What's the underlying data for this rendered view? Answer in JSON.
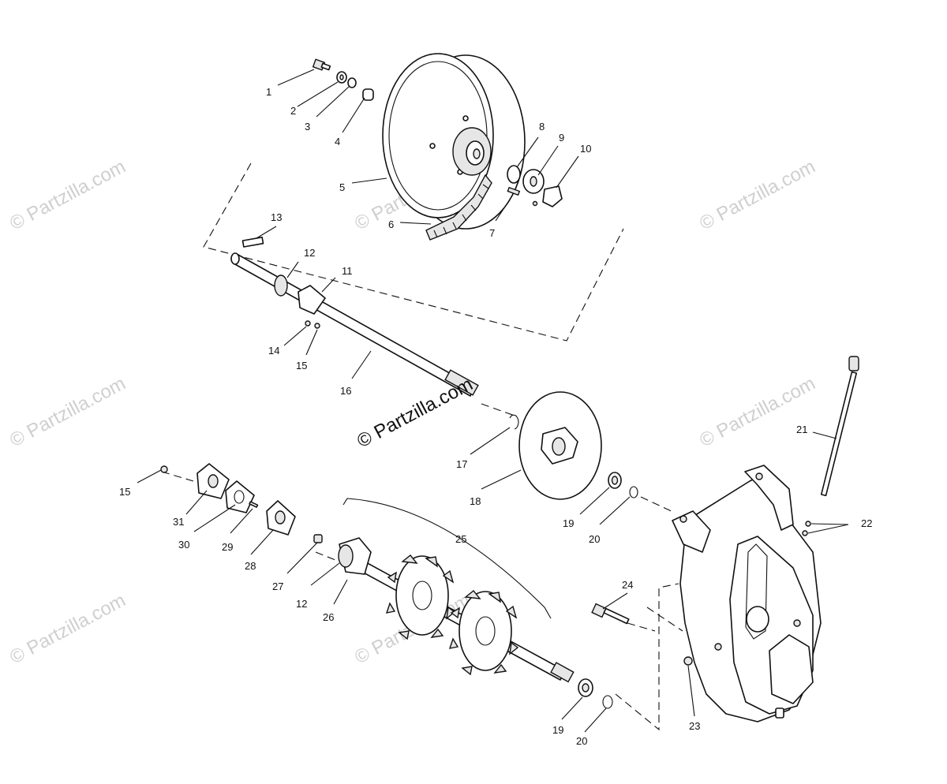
{
  "watermark": {
    "text": "© Partzilla.com"
  },
  "callouts": [
    {
      "id": "c1",
      "label": "1"
    },
    {
      "id": "c2",
      "label": "2"
    },
    {
      "id": "c3",
      "label": "3"
    },
    {
      "id": "c4",
      "label": "4"
    },
    {
      "id": "c5",
      "label": "5"
    },
    {
      "id": "c6",
      "label": "6"
    },
    {
      "id": "c7",
      "label": "7"
    },
    {
      "id": "c8",
      "label": "8"
    },
    {
      "id": "c9",
      "label": "9"
    },
    {
      "id": "c10",
      "label": "10"
    },
    {
      "id": "c11",
      "label": "11"
    },
    {
      "id": "c12a",
      "label": "12"
    },
    {
      "id": "c12b",
      "label": "12"
    },
    {
      "id": "c13",
      "label": "13"
    },
    {
      "id": "c14",
      "label": "14"
    },
    {
      "id": "c15a",
      "label": "15"
    },
    {
      "id": "c15b",
      "label": "15"
    },
    {
      "id": "c16",
      "label": "16"
    },
    {
      "id": "c17",
      "label": "17"
    },
    {
      "id": "c18",
      "label": "18"
    },
    {
      "id": "c19a",
      "label": "19"
    },
    {
      "id": "c19b",
      "label": "19"
    },
    {
      "id": "c20a",
      "label": "20"
    },
    {
      "id": "c20b",
      "label": "20"
    },
    {
      "id": "c21",
      "label": "21"
    },
    {
      "id": "c22",
      "label": "22"
    },
    {
      "id": "c23",
      "label": "23"
    },
    {
      "id": "c24",
      "label": "24"
    },
    {
      "id": "c25",
      "label": "25"
    },
    {
      "id": "c26",
      "label": "26"
    },
    {
      "id": "c27",
      "label": "27"
    },
    {
      "id": "c28",
      "label": "28"
    },
    {
      "id": "c29",
      "label": "29"
    },
    {
      "id": "c30",
      "label": "30"
    },
    {
      "id": "c31",
      "label": "31"
    }
  ]
}
